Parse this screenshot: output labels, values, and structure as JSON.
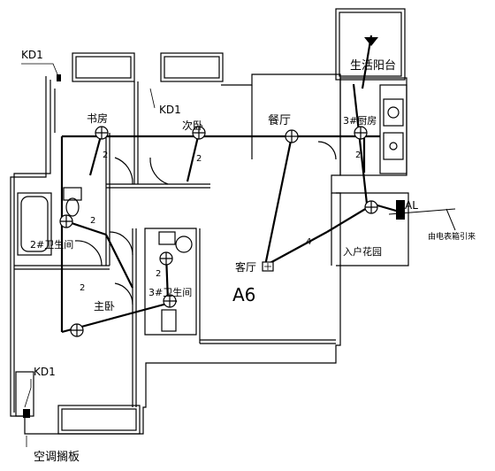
{
  "labels": {
    "kd1_top": "KD1",
    "kd1_mid": "KD1",
    "kd1_bottom": "KD1",
    "study": "书房",
    "second_bedroom": "次卧",
    "dining": "餐厅",
    "balcony": "生活阳台",
    "kitchen": "3#厨房",
    "bathroom2": "2#卫生间",
    "master_bedroom": "主卧",
    "bathroom3": "3#卫生间",
    "living_room": "客厅",
    "unit_name": "A6",
    "entrance_garden": "入户花园",
    "panel": "AL",
    "meter_note": "由电表箱引来",
    "ac_panel": "空调搁板"
  },
  "circuit_numbers": {
    "study_drop": "2",
    "bedroom2_drop": "2",
    "bath2": "2",
    "living_run": "4",
    "master_run": "2",
    "master_bath": "2",
    "kitchen_run": "2"
  }
}
